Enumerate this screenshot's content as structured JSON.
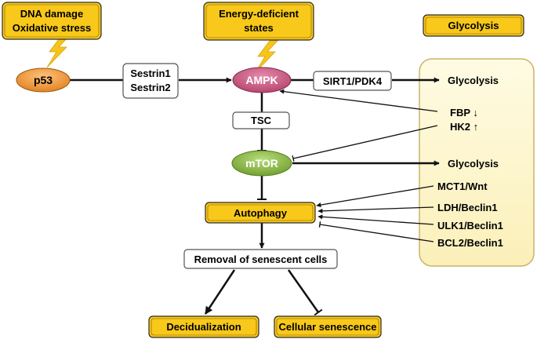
{
  "colors": {
    "yellow_fill": "#f8c81a",
    "yellow_border": "#2a2a2a",
    "panel_fill": "#fdf6cf",
    "panel_border": "#c9b468",
    "p53_fill": "#f0922e",
    "ampk_fill": "#c9587e",
    "mtor_fill": "#86b23c",
    "lightning": "#f7c41c",
    "line": "#111111"
  },
  "icons": {
    "lightning_1": "lightning-bolt-icon",
    "lightning_2": "lightning-bolt-icon"
  },
  "stress": {
    "line1": "DNA damage",
    "line2": "Oxidative stress"
  },
  "energy": {
    "line1": "Energy-deficient",
    "line2": "states"
  },
  "glycolysis_legend": "Glycolysis",
  "p53": "p53",
  "sestrins": {
    "line1": "Sestrin1",
    "line2": "Sestrin2"
  },
  "ampk": "AMPK",
  "sirt1_pdk4": "SIRT1/PDK4",
  "tsc": "TSC",
  "mtor": "mTOR",
  "autophagy": "Autophagy",
  "removal": "Removal of senescent cells",
  "decidualization": "Decidualization",
  "cellular_senescence": "Cellular senescence",
  "panel": {
    "glycolysis_top": "Glycolysis",
    "fbp": "FBP ↓",
    "hk2": "HK2 ↑",
    "glycolysis_mid": "Glycolysis",
    "mct1_wnt": "MCT1/Wnt",
    "ldh_beclin1": "LDH/Beclin1",
    "ulk1_beclin1": "ULK1/Beclin1",
    "bcl2_beclin1": "BCL2/Beclin1"
  }
}
